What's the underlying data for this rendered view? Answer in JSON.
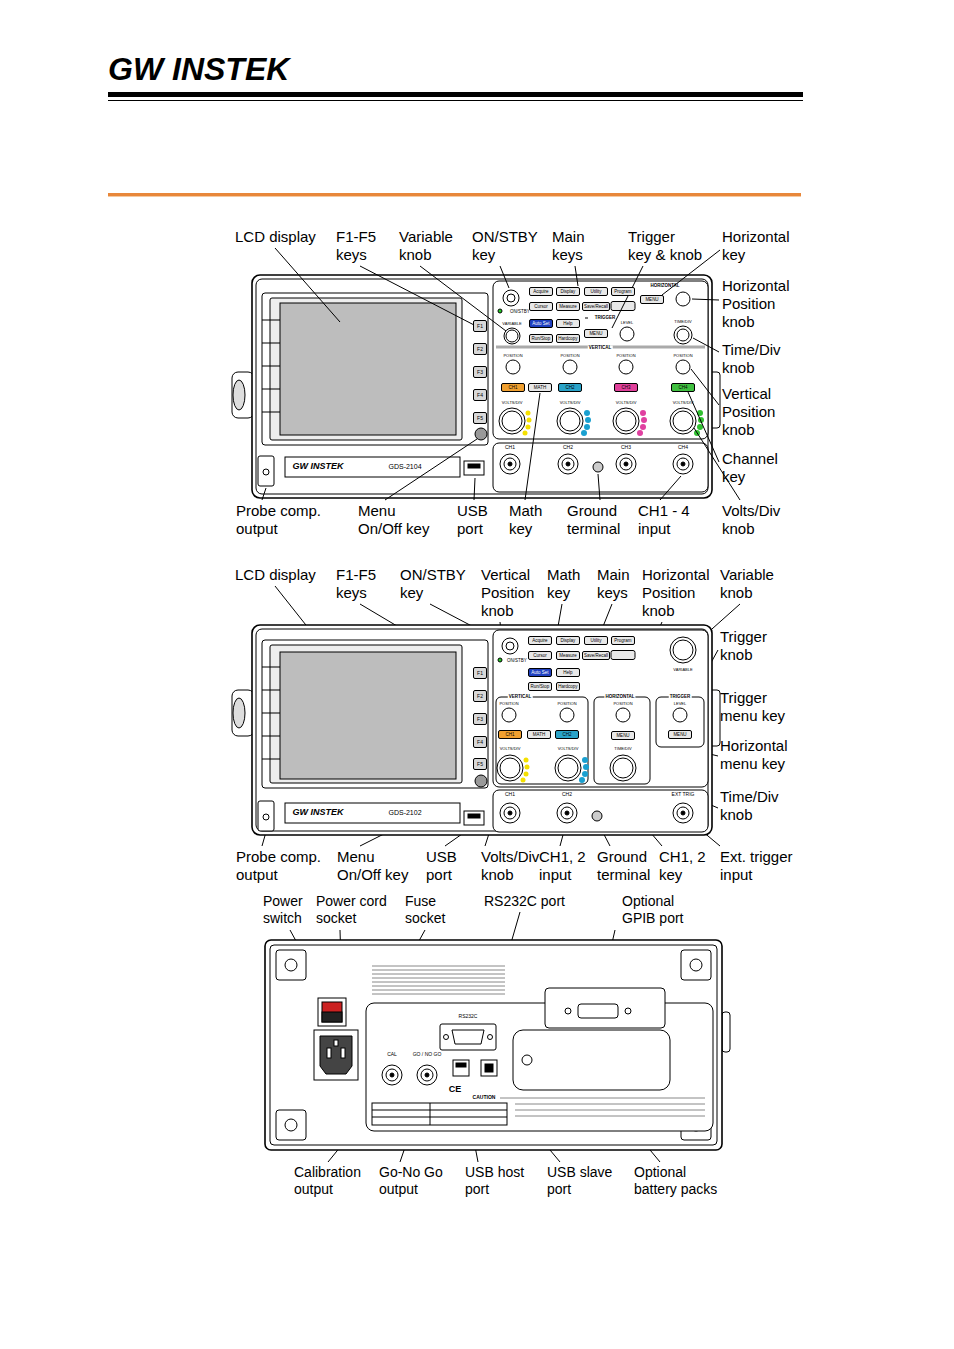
{
  "diagram": {
    "nodes": [
      {
        "text": [
          "Acquire"
        ]
      },
      {
        "text": [
          "Display"
        ]
      },
      {
        "text": [
          "Utility"
        ]
      },
      {
        "text": [
          "Program"
        ]
      },
      {
        "text": [
          "Cursor"
        ]
      },
      {
        "text": [
          "Measure"
        ]
      },
      {
        "text": [
          "Save/Recall"
        ]
      },
      {
        "text": [
          "Auto Set"
        ]
      },
      {
        "text": [
          "Help"
        ]
      },
      {
        "text": [
          "Run/Stop"
        ]
      },
      {
        "text": [
          "Hardcopy"
        ]
      },
      {
        "text": [
          "MENU"
        ]
      },
      {
        "text": [
          "MENU"
        ]
      },
      {
        "text": [
          "CH1"
        ]
      },
      {
        "text": [
          "MATH"
        ]
      },
      {
        "text": [
          "CH2"
        ]
      },
      {
        "text": [
          "CH3"
        ]
      },
      {
        "text": [
          "CH4"
        ]
      },
      {
        "text": [
          "F1"
        ]
      },
      {
        "text": [
          "F2"
        ]
      },
      {
        "text": [
          "F3"
        ]
      },
      {
        "text": [
          "F4"
        ]
      },
      {
        "text": [
          "F5"
        ]
      },
      {
        "text": [
          "Acquire"
        ]
      },
      {
        "text": [
          "Display"
        ]
      },
      {
        "text": [
          "Utility"
        ]
      },
      {
        "text": [
          "Program"
        ]
      },
      {
        "text": [
          "Cursor"
        ]
      },
      {
        "text": [
          "Measure"
        ]
      },
      {
        "text": [
          "Save/Recall"
        ]
      },
      {
        "text": [
          "Auto Set"
        ]
      },
      {
        "text": [
          "Help"
        ]
      },
      {
        "text": [
          "Run/Stop"
        ]
      },
      {
        "text": [
          "Hardcopy"
        ]
      },
      {
        "text": [
          "CH1"
        ]
      },
      {
        "text": [
          "MATH"
        ]
      },
      {
        "text": [
          "CH2"
        ]
      },
      {
        "text": [
          "MENU"
        ]
      },
      {
        "text": [
          "MENU"
        ]
      },
      {
        "text": [
          "F1"
        ]
      },
      {
        "text": [
          "F2"
        ]
      },
      {
        "text": [
          "F3"
        ]
      },
      {
        "text": [
          "F4"
        ]
      },
      {
        "text": [
          "F5"
        ]
      }
    ],
    "labels": [
      "GW INSTEK",
      "LCD display",
      "F1-F5 keys",
      "Variable knob",
      "ON/STBY key",
      "Main keys",
      "Trigger key & knob",
      "Horizontal key",
      "Horizontal Position knob",
      "Time/Div knob",
      "Vertical Position knob",
      "Channel key",
      "Probe comp. output",
      "Menu On/Off key",
      "USB port",
      "Math key",
      "Ground terminal",
      "CH1 - 4 input",
      "Volts/Div knob",
      "LCD display",
      "F1-F5 keys",
      "ON/STBY key",
      "Vertical Position knob",
      "Math key",
      "Main keys",
      "Horizontal Position knob",
      "Variable knob",
      "Trigger knob",
      "Trigger menu key",
      "Horizontal menu key",
      "Time/Div knob",
      "Probe comp. output",
      "Menu On/Off key",
      "USB port",
      "Volts/Div knob",
      "CH1, 2 input",
      "Ground terminal",
      "CH1, 2 key",
      "Ext. trigger input",
      "Power switch",
      "Power cord socket",
      "Fuse socket",
      "RS232C port",
      "Optional GPIB port",
      "Calibration output",
      "Go-No Go output",
      "USB host port",
      "USB slave port",
      "Optional battery packs",
      "GW INSTEK",
      "GDS-2104",
      "ON/STBY",
      "VARIABLE",
      "TRIGGER",
      "LEVEL",
      "HORIZONTAL",
      "TIME/DIV",
      "VERTICAL",
      "POSITION",
      "POSITION",
      "POSITION",
      "POSITION",
      "VOLTS/DIV",
      "VOLTS/DIV",
      "VOLTS/DIV",
      "VOLTS/DIV",
      "CH1",
      "CH2",
      "CH3",
      "CH4",
      "GW INSTEK",
      "GDS-2102",
      "ON/STBY",
      "VARIABLE",
      "VERTICAL",
      "HORIZONTAL",
      "TRIGGER",
      "POSITION",
      "POSITION",
      "POSITION",
      "LEVEL",
      "VOLTS/DIV",
      "VOLTS/DIV",
      "TIME/DIV",
      "CH1",
      "CH2",
      "EXT TRIG",
      "RS232C",
      "CAL",
      "GO / NO GO",
      "CE",
      "CAUTION"
    ]
  }
}
